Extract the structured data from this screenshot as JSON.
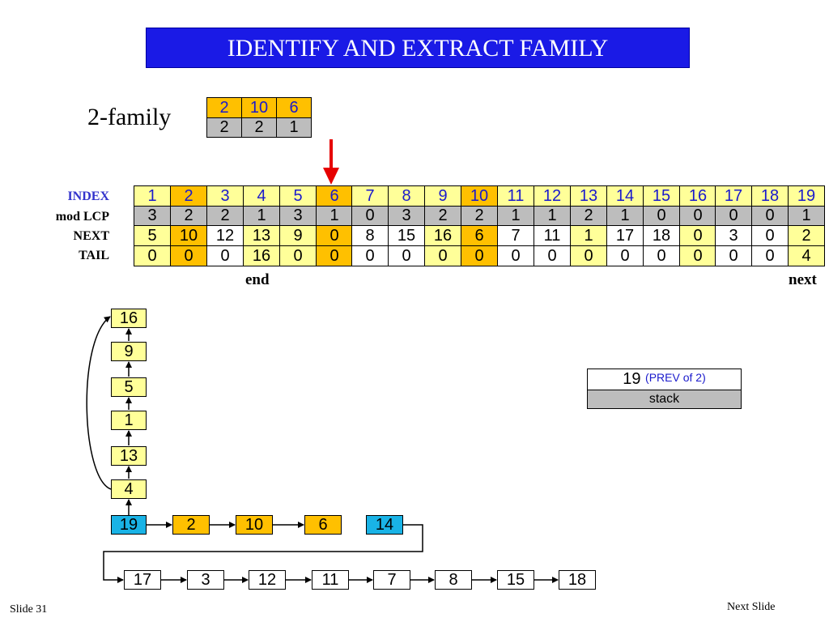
{
  "title": "IDENTIFY AND EXTRACT FAMILY",
  "family": {
    "label": "2-family",
    "top": [
      "2",
      "10",
      "6"
    ],
    "bottom": [
      "2",
      "2",
      "1"
    ]
  },
  "table": {
    "row_labels": [
      "INDEX",
      "mod LCP",
      "NEXT",
      "TAIL"
    ],
    "index": [
      "1",
      "2",
      "3",
      "4",
      "5",
      "6",
      "7",
      "8",
      "9",
      "10",
      "11",
      "12",
      "13",
      "14",
      "15",
      "16",
      "17",
      "18",
      "19"
    ],
    "modlcp": [
      "3",
      "2",
      "2",
      "1",
      "3",
      "1",
      "0",
      "3",
      "2",
      "2",
      "1",
      "1",
      "2",
      "1",
      "0",
      "0",
      "0",
      "0",
      "1"
    ],
    "next": [
      "5",
      "10",
      "12",
      "13",
      "9",
      "0",
      "8",
      "15",
      "16",
      "6",
      "7",
      "11",
      "1",
      "17",
      "18",
      "0",
      "3",
      "0",
      "2"
    ],
    "tail": [
      "0",
      "0",
      "0",
      "16",
      "0",
      "0",
      "0",
      "0",
      "0",
      "0",
      "0",
      "0",
      "0",
      "0",
      "0",
      "0",
      "0",
      "0",
      "4"
    ],
    "highlight_columns": [
      2,
      6,
      10
    ],
    "yellow_columns": [
      1,
      4,
      5,
      9,
      13,
      16,
      19
    ]
  },
  "markers": {
    "end": "end",
    "next": "next"
  },
  "chain_vertical": [
    "16",
    "9",
    "5",
    "1",
    "13",
    "4"
  ],
  "chain_row1": [
    "19",
    "2",
    "10",
    "6",
    "14"
  ],
  "chain_row2": [
    "17",
    "3",
    "12",
    "11",
    "7",
    "8",
    "15",
    "18"
  ],
  "stack": {
    "value": "19",
    "note": "(PREV of 2)",
    "label": "stack"
  },
  "footer": {
    "slide": "Slide 31",
    "next": "Next Slide"
  },
  "colors": {
    "title_bg": "#1a1ae6",
    "orange": "#ffc000",
    "yellow": "#ffff99",
    "gray": "#bdbdbd",
    "cyan": "#19b3e6",
    "index_text": "#1a1acc",
    "arrow_red": "#e60000"
  }
}
